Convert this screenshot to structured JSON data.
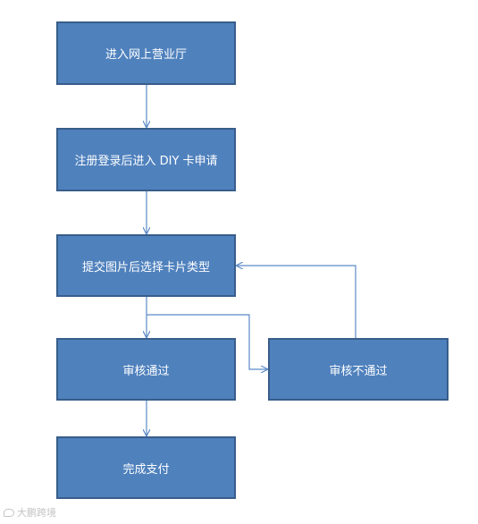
{
  "nodes": {
    "enter_hall": "进入网上营业厅",
    "register_login": "注册登录后进入 DIY 卡申请",
    "submit_image": "提交图片后选择卡片类型",
    "review_pass": "审核通过",
    "review_fail": "审核不通过",
    "complete_payment": "完成支付"
  },
  "watermark": "大鹏跨境",
  "colors": {
    "node_fill": "#4f81bd",
    "node_border": "#385d8a",
    "edge": "#5b8ac6",
    "text": "#ffffff"
  }
}
